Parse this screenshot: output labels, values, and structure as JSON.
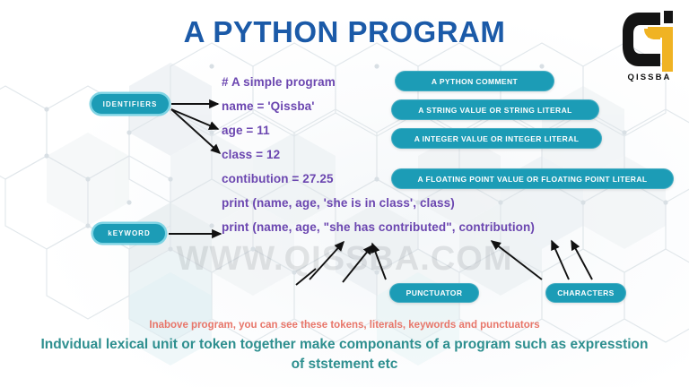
{
  "header": {
    "title": "A PYTHON PROGRAM",
    "title_color": "#1b5aa8"
  },
  "logo": {
    "name": "QISSBA",
    "mark_icon": "qissba-logo-icon",
    "black": "#141414",
    "gold": "#f0b323"
  },
  "watermark": {
    "text": "WWW.QISSBA.COM"
  },
  "code": {
    "text_color": "#6b46b0",
    "lines": [
      "# A simple program",
      "name = 'Qissba'",
      "age = 11",
      "class = 12",
      "contibution = 27.25",
      "print (name, age, 'she is in class', class)",
      "print (name, age, \"she has contributed\", contribution)"
    ]
  },
  "labels": {
    "accent": "#1c9cb6",
    "identifiers": "IDENTIFIERS",
    "keyword": "kEYWORD",
    "comment": "A PYTHON COMMENT",
    "string": "A STRING VALUE OR STRING LITERAL",
    "integer": "A INTEGER VALUE OR INTEGER LITERAL",
    "floating": "A FLOATING POINT VALUE OR FLOATING POINT LITERAL",
    "punctuator": "PUNCTUATOR",
    "characters": "CHARACTERS"
  },
  "captions": {
    "line1": "Inabove program, you can see these tokens, literals, keywords and punctuators",
    "line1_color": "#e8766a",
    "line2": "Indvidual lexical unit or token together make componants of a program such as expresstion of ststement etc",
    "line2_color": "#2e8f8f"
  }
}
